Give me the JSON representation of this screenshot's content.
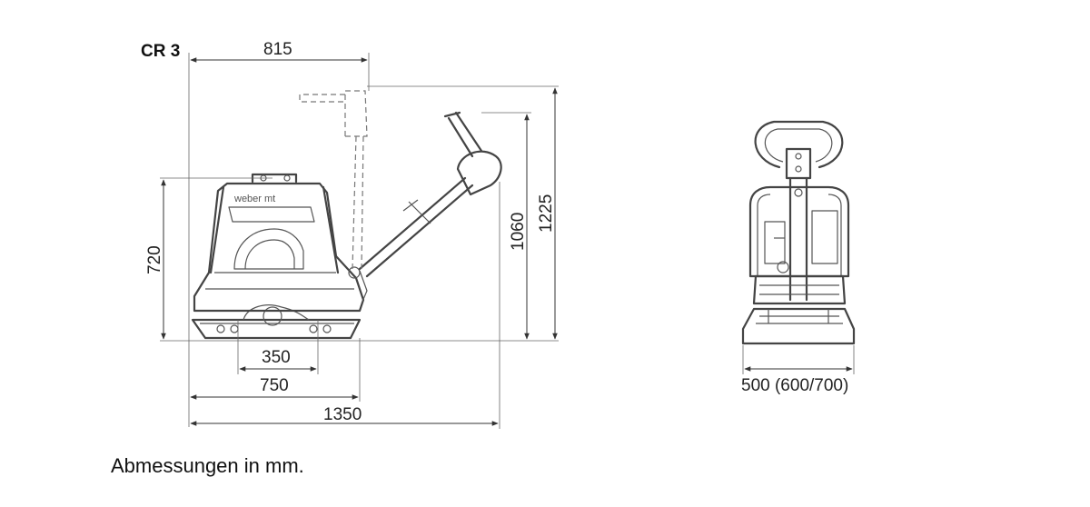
{
  "model": "CR 3",
  "brand_logo": "weber mt",
  "dimensions": {
    "top_width": "815",
    "height_body": "720",
    "height_handle_low": "1060",
    "height_handle_high": "1225",
    "plate_inner": "350",
    "plate_length": "750",
    "total_length": "1350",
    "plate_width": "500 (600/700)"
  },
  "footnote": "Abmessungen in mm.",
  "colors": {
    "line": "#444444",
    "text": "#222222",
    "background": "#ffffff"
  }
}
